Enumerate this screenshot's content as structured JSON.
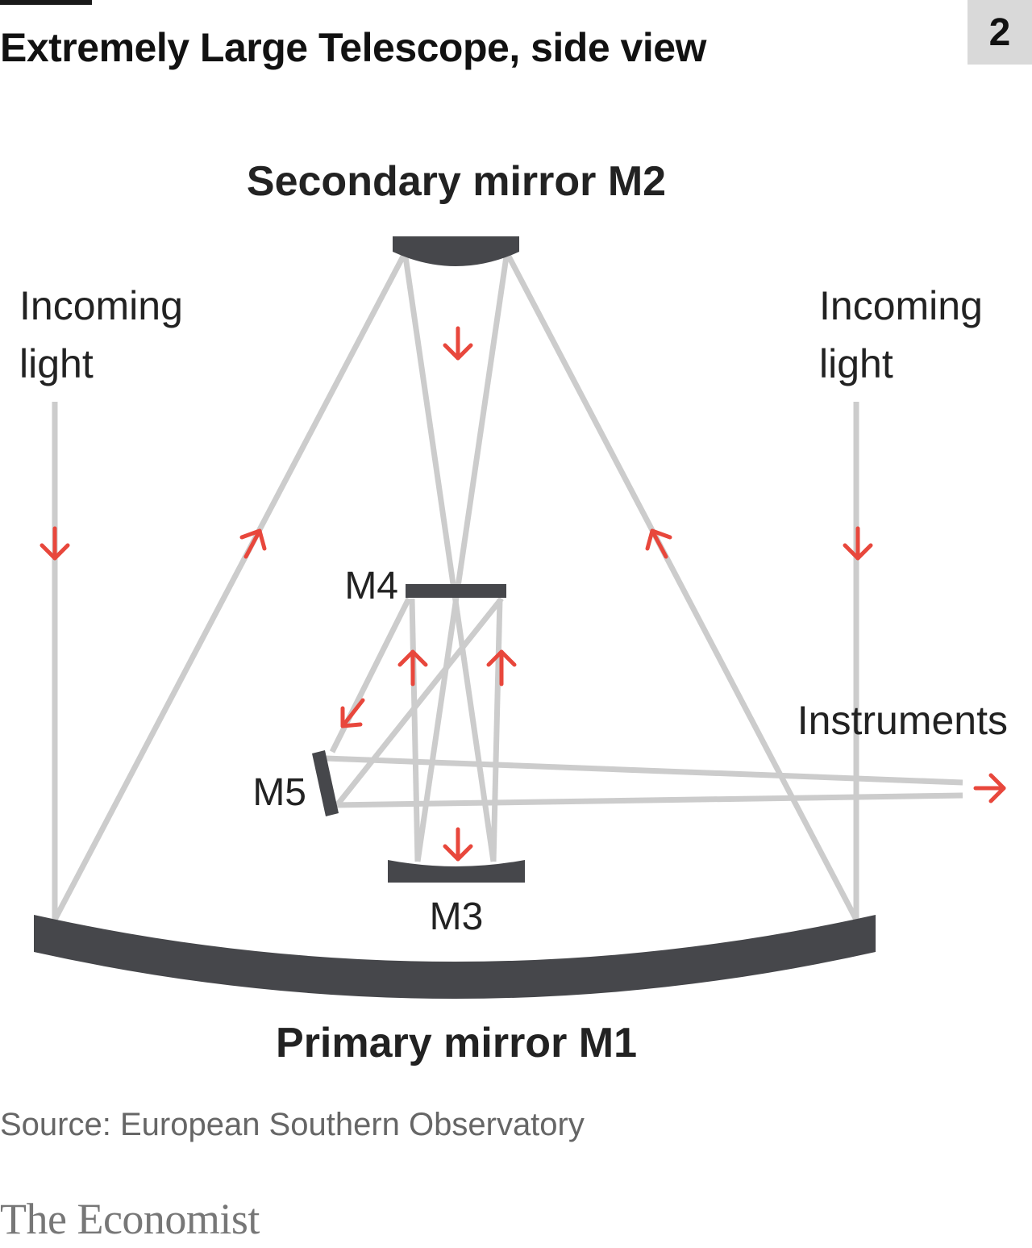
{
  "header": {
    "title": "Extremely Large Telescope, side view",
    "figure_number": "2"
  },
  "labels": {
    "secondary_mirror": "Secondary mirror M2",
    "primary_mirror": "Primary mirror M1",
    "incoming_light_left": [
      "Incoming",
      "light"
    ],
    "incoming_light_right": [
      "Incoming",
      "light"
    ],
    "instruments": "Instruments",
    "m3": "M3",
    "m4": "M4",
    "m5": "M5"
  },
  "footer": {
    "source": "Source: European Southern Observatory",
    "brand": "The Economist"
  },
  "colors": {
    "mirror": "#46474b",
    "beam": "#cccccc",
    "arrow": "#e8473c",
    "text": "#222222"
  }
}
